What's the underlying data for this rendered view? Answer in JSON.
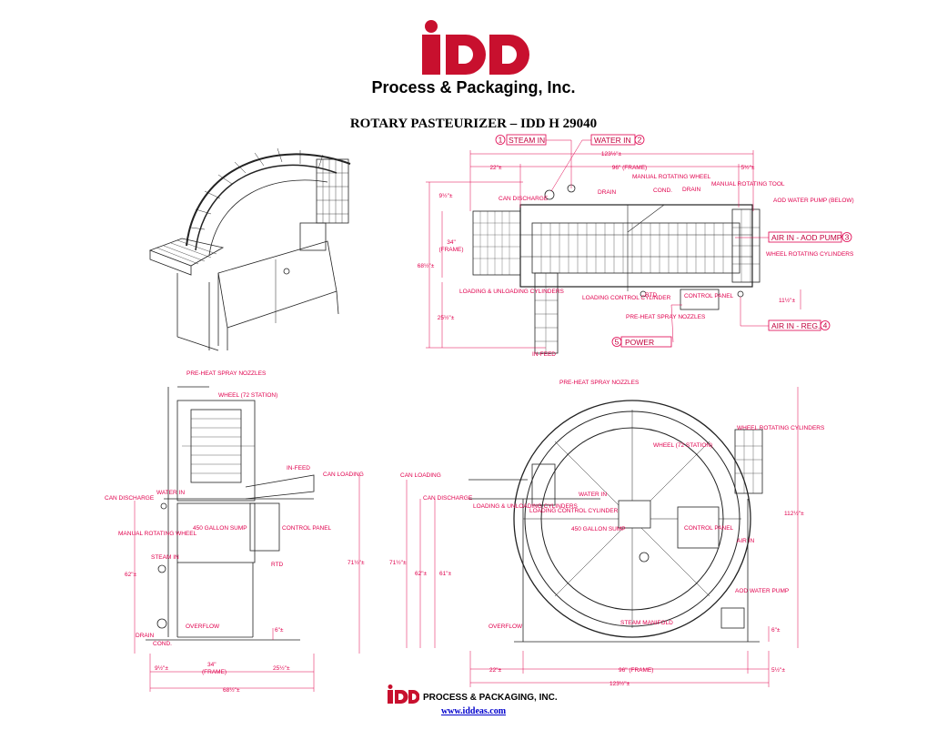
{
  "header": {
    "logo_text": "iDD",
    "company": "Process & Packaging, Inc.",
    "title": "ROTARY PASTEURIZER – IDD H 29040"
  },
  "callouts": [
    {
      "num": "1",
      "text": "STEAM IN"
    },
    {
      "num": "2",
      "text": "WATER IN"
    },
    {
      "num": "3",
      "text": "AIR IN - AOD PUMP"
    },
    {
      "num": "4",
      "text": "AIR IN - REG."
    },
    {
      "num": "5",
      "text": "POWER"
    }
  ],
  "top_view": {
    "dim_overall": "123½\"±",
    "dim_left": "22\"±",
    "dim_frame": "96\" (FRAME)",
    "dim_right": "5½\"±",
    "dim_top_small": "9½\"±",
    "dim_frame_v": "34\"",
    "dim_frame_v2": "(FRAME)",
    "dim_overall_v": "68½\"±",
    "dim_lower_v": "25½\"±",
    "dim_panel_v": "11½\"±",
    "labels": {
      "can_discharge": "CAN DISCHARGE",
      "drain": "DRAIN",
      "manual_wheel": "MANUAL ROTATING WHEEL",
      "cond": "COND.",
      "drain2": "DRAIN",
      "manual_tool": "MANUAL ROTATING TOOL",
      "aod_pump": "AOD WATER PUMP (BELOW)",
      "wheel_cyl": "WHEEL ROTATING CYLINDERS",
      "loading": "LOADING & UNLOADING CYLINDERS",
      "loading_ctrl": "LOADING CONTROL CYLINDER",
      "rtd": "RTD",
      "control_panel": "CONTROL PANEL",
      "preheat": "PRE-HEAT SPRAY NOZZLES",
      "in_feed": "IN-FEED"
    }
  },
  "side_view": {
    "labels": {
      "preheat": "PRE-HEAT SPRAY NOZZLES",
      "wheel": "WHEEL (72 STATION)",
      "in_feed": "IN-FEED",
      "can_loading": "CAN LOADING",
      "can_discharge": "CAN DISCHARGE",
      "water_in": "WATER IN",
      "manual_wheel": "MANUAL ROTATING WHEEL",
      "sump": "450 GALLON SUMP",
      "control_panel": "CONTROL PANEL",
      "steam_in": "STEAM IN",
      "rtd": "RTD",
      "drain": "DRAIN",
      "cond": "COND.",
      "overflow": "OVERFLOW"
    },
    "dims": {
      "h62": "62\"±",
      "h71": "71½\"±",
      "d6": "6\"±",
      "d9": "9½\"±",
      "d34": "34\"",
      "d34b": "(FRAME)",
      "d25": "25½\"±",
      "d68": "68½\"±"
    }
  },
  "front_view": {
    "labels": {
      "preheat": "PRE-HEAT SPRAY NOZZLES",
      "wheel": "WHEEL (72 STATION)",
      "wheel_cyl": "WHEEL ROTATING CYLINDERS",
      "can_loading": "CAN LOADING",
      "can_discharge": "CAN DISCHARGE",
      "loading": "LOADING & UNLOADING CYLINDERS",
      "loading_ctrl": "LOADING CONTROL CYLINDER",
      "water_in": "WATER IN",
      "sump": "450 GALLON SUMP",
      "control_panel": "CONTROL PANEL",
      "air_in": "AIR IN",
      "aod": "AOD WATER PUMP",
      "overflow": "OVERFLOW",
      "steam_manifold": "STEAM MANIFOLD"
    },
    "dims": {
      "h71": "71½\"±",
      "h62": "62\"±",
      "h61": "61\"±",
      "h112": "112½\"±",
      "d6": "6\"±",
      "d22": "22\"±",
      "d96": "96\" (FRAME)",
      "d5": "5½\"±",
      "d123": "123½\"±"
    }
  },
  "footer": {
    "logo_text": "iDD",
    "company": "PROCESS & PACKAGING, INC.",
    "url": "www.iddeas.com"
  },
  "colors": {
    "brand_red": "#c8102e",
    "annotation": "#e0004d",
    "link": "#0000cc"
  }
}
